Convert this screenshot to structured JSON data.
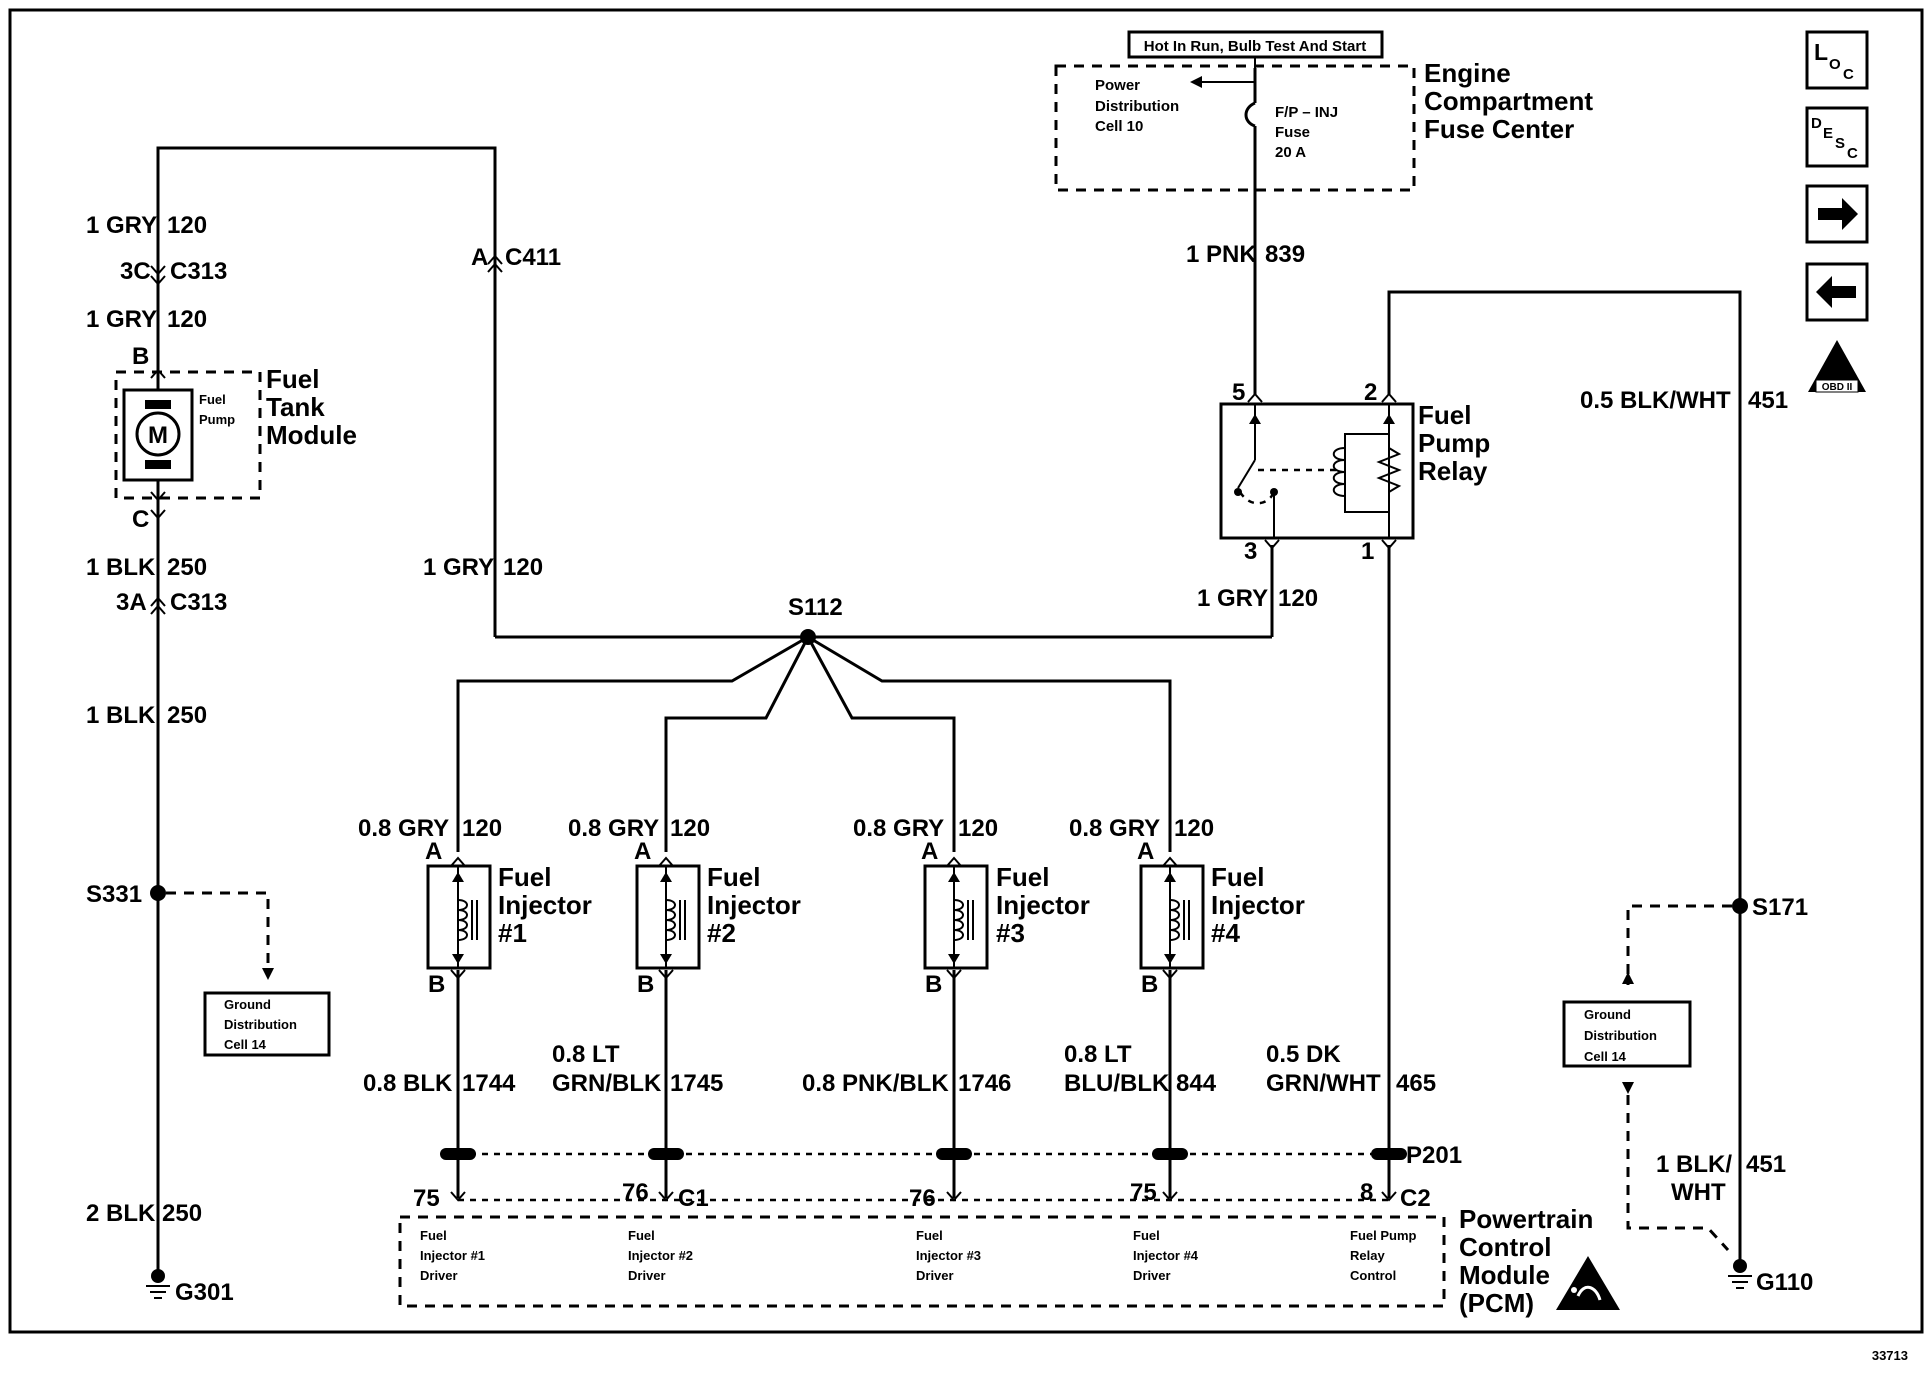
{
  "header": {
    "power_note": "Hot In Run, Bulb Test And Start"
  },
  "fuse_center": {
    "title_lines": [
      "Engine",
      "Compartment",
      "Fuse Center"
    ],
    "power_dist_lines": [
      "Power",
      "Distribution",
      "Cell 10"
    ],
    "fuse_lines": [
      "F/P – INJ",
      "Fuse",
      "20 A"
    ]
  },
  "nav_icons": {
    "loc": {
      "big": "L",
      "sub1": "O",
      "sub2": "C"
    },
    "desc": {
      "big": "D",
      "sub1": "E",
      "sub2": "S",
      "sub3": "C"
    },
    "obd": "OBD II"
  },
  "left_circuit": {
    "top_wire": {
      "size_color": "1 GRY",
      "circuit": "120"
    },
    "conn_c313_top": {
      "pin": "3C",
      "name": "C313"
    },
    "mid_wire": {
      "size_color": "1 GRY",
      "circuit": "120"
    },
    "pin_b": "B",
    "pin_c": "C",
    "fuel_tank_module_lines": [
      "Fuel",
      "Tank",
      "Module"
    ],
    "motor_label": "M",
    "fuel_pump_lines": [
      "Fuel",
      "Pump"
    ],
    "blk_wire_1": {
      "size_color": "1 BLK",
      "circuit": "250"
    },
    "conn_c313_bottom": {
      "pin": "3A",
      "name": "C313"
    },
    "blk_wire_2": {
      "size_color": "1 BLK",
      "circuit": "250"
    },
    "splice": "S331",
    "ground_dist_lines": [
      "Ground",
      "Distribution",
      "Cell 14"
    ],
    "blk_wire_3": {
      "size_color": "2 BLK",
      "circuit": "250"
    },
    "ground": "G301"
  },
  "center": {
    "conn_c411": {
      "pin": "A",
      "name": "C411"
    },
    "gry_wire": {
      "size_color": "1 GRY",
      "circuit": "120"
    },
    "splice": "S112"
  },
  "relay": {
    "pnk_wire": {
      "size_color": "1 PNK",
      "circuit": "839"
    },
    "name_lines": [
      "Fuel",
      "Pump",
      "Relay"
    ],
    "pin5": "5",
    "pin2": "2",
    "pin3": "3",
    "pin1": "1",
    "out_wire": {
      "size_color": "1 GRY",
      "circuit": "120"
    }
  },
  "right_circuit": {
    "wire": {
      "size_color": "0.5 BLK/WHT",
      "circuit": "451"
    },
    "splice": "S171",
    "ground_dist_lines": [
      "Ground",
      "Distribution",
      "Cell 14"
    ],
    "gnd_wire": {
      "size_color_1": "1 BLK/",
      "size_color_2": "WHT",
      "circuit": "451"
    },
    "ground": "G110"
  },
  "injectors": [
    {
      "feed_color": "0.8 GRY",
      "feed_circuit": "120",
      "pin_a": "A",
      "pin_b": "B",
      "name": "Fuel",
      "name2": "Injector",
      "num": "#1",
      "out_color_1": "",
      "out_color_2": "0.8 BLK",
      "out_circuit": "1744",
      "pcm_pin": "75",
      "driver_lines": [
        "Fuel",
        "Injector #1",
        "Driver"
      ]
    },
    {
      "feed_color": "0.8 GRY",
      "feed_circuit": "120",
      "pin_a": "A",
      "pin_b": "B",
      "name": "Fuel",
      "name2": "Injector",
      "num": "#2",
      "out_color_1": "0.8 LT",
      "out_color_2": "GRN/BLK",
      "out_circuit": "1745",
      "pcm_pin": "76",
      "driver_lines": [
        "Fuel",
        "Injector #2",
        "Driver"
      ]
    },
    {
      "feed_color": "0.8 GRY",
      "feed_circuit": "120",
      "pin_a": "A",
      "pin_b": "B",
      "name": "Fuel",
      "name2": "Injector",
      "num": "#3",
      "out_color_1": "",
      "out_color_2": "0.8 PNK/BLK",
      "out_circuit": "1746",
      "pcm_pin": "76",
      "driver_lines": [
        "Fuel",
        "Injector #3",
        "Driver"
      ]
    },
    {
      "feed_color": "0.8 GRY",
      "feed_circuit": "120",
      "pin_a": "A",
      "pin_b": "B",
      "name": "Fuel",
      "name2": "Injector",
      "num": "#4",
      "out_color_1": "0.8 LT",
      "out_color_2": "BLU/BLK",
      "out_circuit": "844",
      "pcm_pin": "75",
      "driver_lines": [
        "Fuel",
        "Injector #4",
        "Driver"
      ]
    }
  ],
  "relay_control_wire": {
    "size_color_1": "0.5 DK",
    "size_color_2": "GRN/WHT",
    "circuit": "465",
    "pcm_pin": "8"
  },
  "pcm": {
    "connector_p201": "P201",
    "connector_c1": "C1",
    "connector_c2": "C2",
    "relay_control_lines": [
      "Fuel Pump",
      "Relay",
      "Control"
    ],
    "name_lines": [
      "Powertrain",
      "Control",
      "Module",
      "(PCM)"
    ]
  },
  "figure_number": "33713"
}
